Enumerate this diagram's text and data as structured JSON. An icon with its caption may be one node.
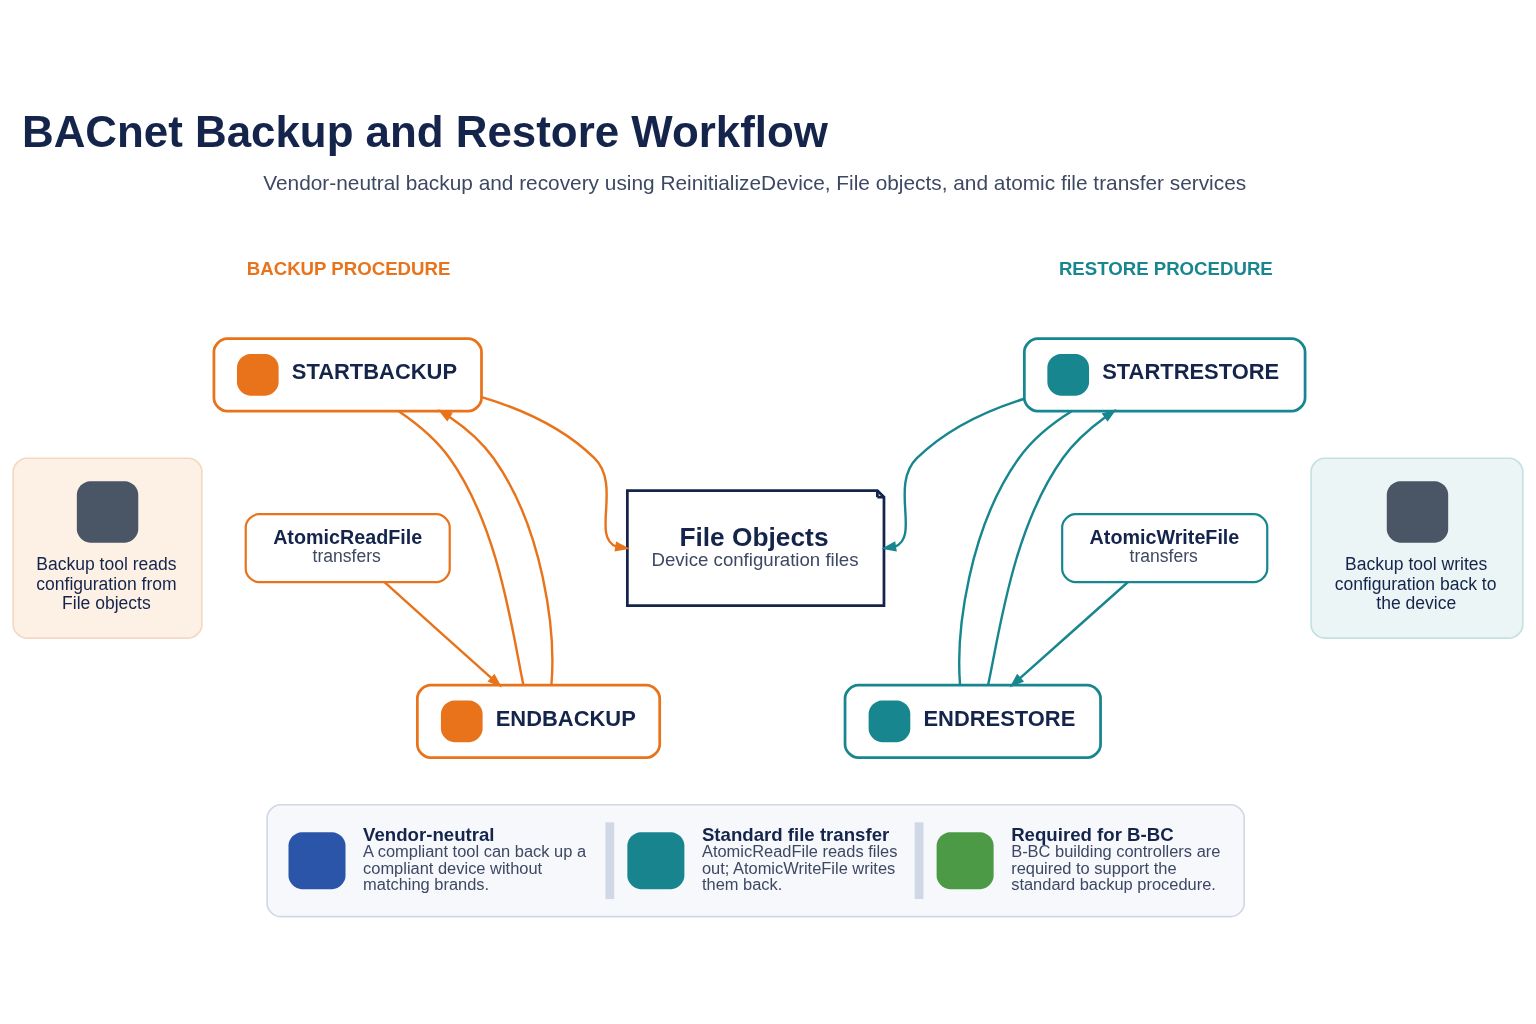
{
  "diagram": {
    "title": "BACnet Backup and Restore Workflow",
    "nodes": [
      {
        "text": [
          "STARTBACKUP"
        ]
      },
      {
        "text": [
          "Backup tool reads configuration from File objects"
        ]
      },
      {
        "text": [
          "AtomicReadFile",
          "transfers"
        ]
      },
      {
        "text": [
          "ENDBACKUP"
        ]
      },
      {
        "text": [
          "File Objects",
          "Device configuration files"
        ]
      },
      {
        "text": [
          "STARTRESTORE"
        ]
      },
      {
        "text": [
          "AtomicWriteFile",
          "transfers"
        ]
      },
      {
        "text": [
          "Backup tool writes configuration back to the device"
        ]
      },
      {
        "text": [
          "ENDRESTORE"
        ]
      },
      {
        "text": [
          "Vendor-neutral",
          "A compliant tool can back up a compliant device without matching brands.",
          "Standard file transfer",
          "AtomicReadFile reads files out; AtomicWriteFile writes them back.",
          "Required for B-BC",
          "B-BC building controllers are required to support the standard backup procedure."
        ]
      }
    ],
    "edges": [
      {
        "from": 0,
        "to": 3,
        "arrow": "none",
        "color": "#e8731a"
      },
      {
        "from": 0,
        "to": 4,
        "arrow": "to",
        "color": "#e8731a"
      },
      {
        "from": 2,
        "to": 3,
        "arrow": "to",
        "color": "#e8731a"
      },
      {
        "from": 3,
        "to": 0,
        "arrow": "to",
        "color": "#e8731a"
      },
      {
        "from": 5,
        "to": 4,
        "arrow": "to",
        "color": "#17868f"
      },
      {
        "from": 5,
        "to": 8,
        "arrow": "none",
        "color": "#17868f"
      },
      {
        "from": 6,
        "to": 8,
        "arrow": "to",
        "color": "#17868f"
      },
      {
        "from": 8,
        "to": 5,
        "arrow": "to",
        "color": "#17868f"
      }
    ],
    "labels": [
      "Vendor-neutral backup and recovery using ReinitializeDevice, File objects, and atomic file transfer services",
      "BACKUP PROCEDURE",
      "RESTORE PROCEDURE"
    ]
  }
}
